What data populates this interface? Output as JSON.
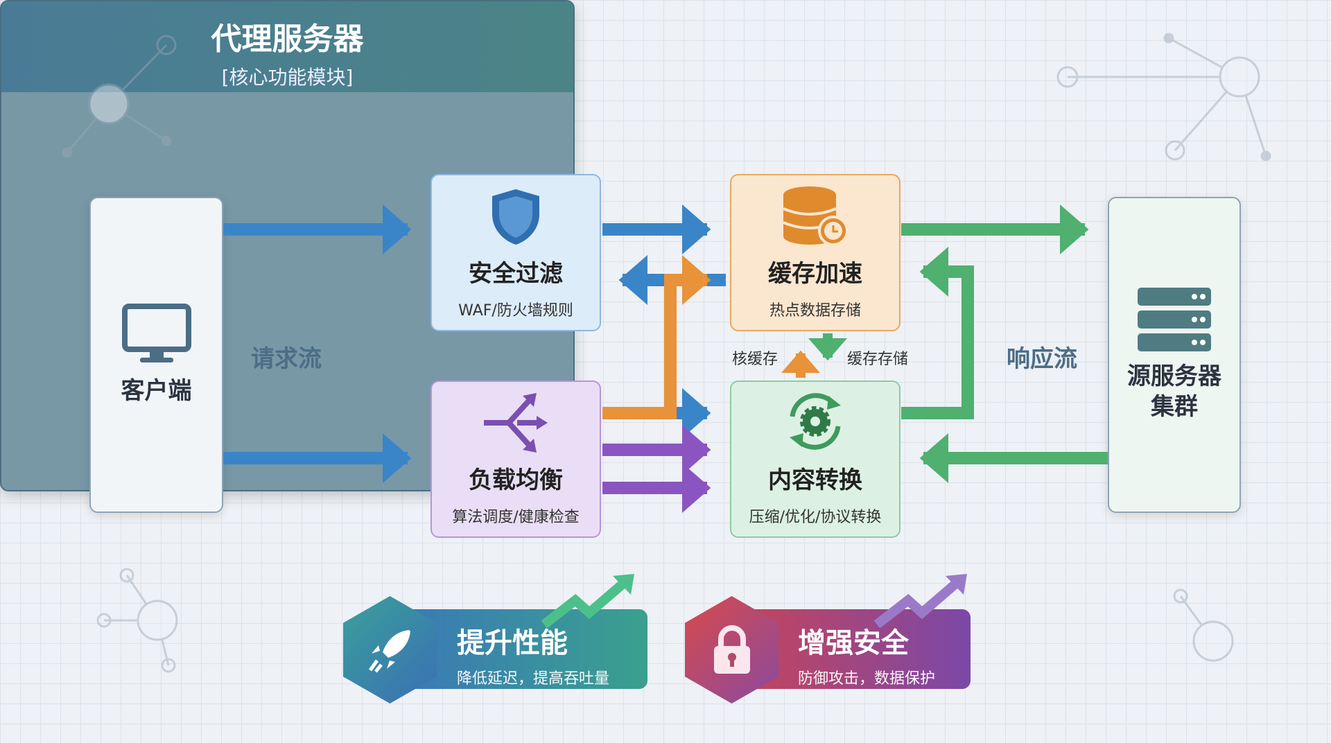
{
  "client": {
    "label": "客户端",
    "icon": "monitor-icon"
  },
  "origin": {
    "label_line1": "源服务器",
    "label_line2": "集群",
    "icon": "server-stack-icon"
  },
  "flows": {
    "request": "请求流",
    "response": "响应流",
    "to_cache": "核缓存",
    "cache_store": "缓存存储"
  },
  "proxy": {
    "title": "代理服务器",
    "subtitle": "[核心功能模块]",
    "modules": [
      {
        "name": "安全过滤",
        "desc": "WAF/防火墙规则",
        "icon": "shield-icon",
        "color": "#2f6fb0"
      },
      {
        "name": "缓存加速",
        "desc": "热点数据存储",
        "icon": "database-clock-icon",
        "color": "#e08a2e"
      },
      {
        "name": "负载均衡",
        "desc": "算法调度/健康检查",
        "icon": "split-arrows-icon",
        "color": "#7a4fb0"
      },
      {
        "name": "内容转换",
        "desc": "压缩/优化/协议转换",
        "icon": "gear-refresh-icon",
        "color": "#3f9a5e"
      }
    ]
  },
  "badges": [
    {
      "title": "提升性能",
      "desc": "降低延迟，提高吞吐量",
      "icon": "rocket-icon"
    },
    {
      "title": "增强安全",
      "desc": "防御攻击，数据保护",
      "icon": "lock-icon"
    }
  ],
  "colors": {
    "request": "#3a85c8",
    "response": "#4fb070",
    "orange": "#e8923a",
    "purple": "#8a55c0"
  }
}
